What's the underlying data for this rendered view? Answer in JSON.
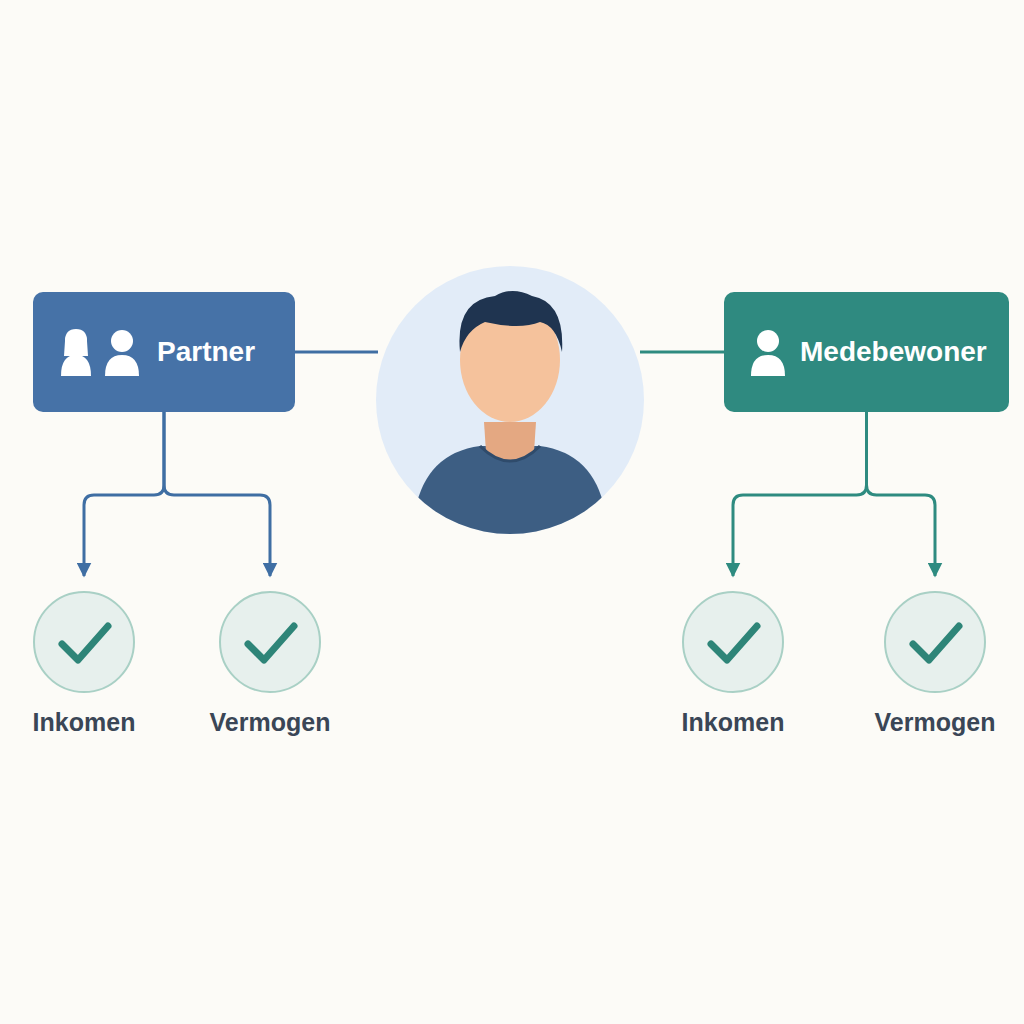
{
  "diagram": {
    "nodes": [
      {
        "text": [
          "Partner"
        ]
      },
      {
        "text": [
          "Medebewoner"
        ]
      },
      {
        "text": [
          "Inkomen"
        ]
      },
      {
        "text": [
          "Vermogen"
        ]
      },
      {
        "text": [
          "Inkomen"
        ]
      },
      {
        "text": [
          "Vermogen"
        ]
      }
    ],
    "edges": [
      {
        "from": 0,
        "to": 2,
        "arrow": "to"
      },
      {
        "from": 0,
        "to": 3,
        "arrow": "to"
      },
      {
        "from": 1,
        "to": 4,
        "arrow": "to"
      },
      {
        "from": 1,
        "to": 5,
        "arrow": "to"
      }
    ]
  }
}
